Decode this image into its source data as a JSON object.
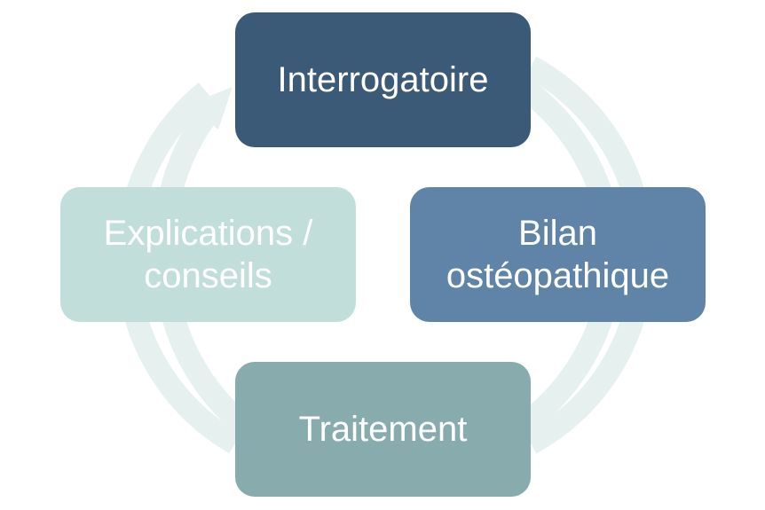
{
  "diagram": {
    "type": "cycle",
    "colors": {
      "ring": "#e6f0ef",
      "step1": "#3b5a78",
      "step2": "#5f84a8",
      "step3": "#88abae",
      "step4": "#c2dedb",
      "text": "#ffffff"
    },
    "steps": [
      {
        "lines": [
          "Interrogatoire"
        ]
      },
      {
        "lines": [
          "Bilan",
          "ostéopathique"
        ]
      },
      {
        "lines": [
          "Traitement"
        ]
      },
      {
        "lines": [
          "Explications /",
          "conseils"
        ]
      }
    ]
  }
}
